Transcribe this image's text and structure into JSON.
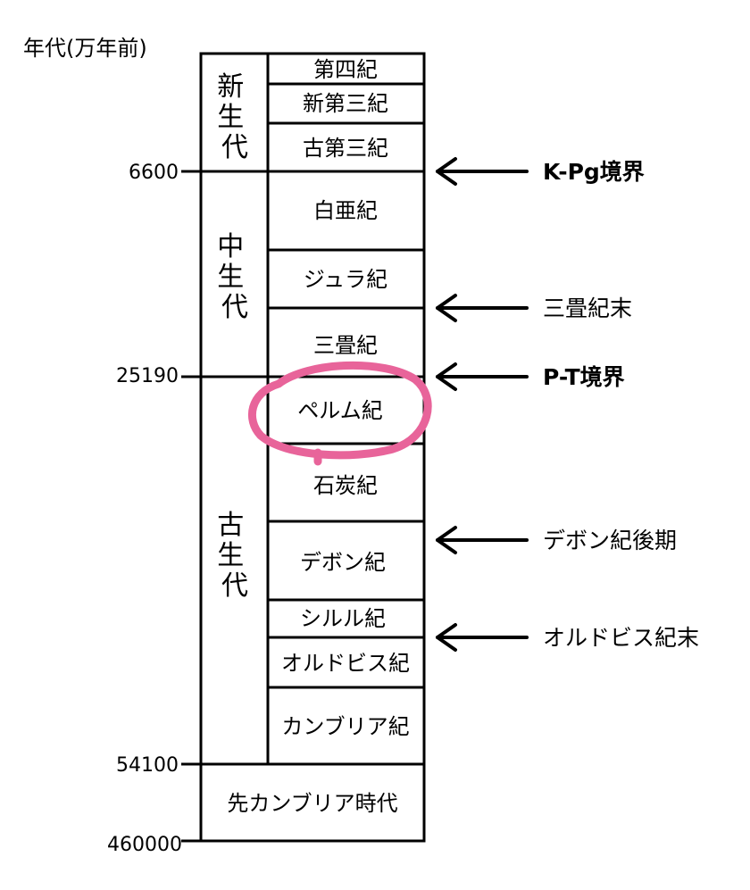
{
  "unit_label": "年代(万年前)",
  "eras": [
    {
      "id": "cenozoic",
      "label": "新生代"
    },
    {
      "id": "mesozoic",
      "label": "中生代"
    },
    {
      "id": "paleozoic",
      "label": "古生代"
    }
  ],
  "periods": [
    {
      "id": "quaternary",
      "label": "第四紀"
    },
    {
      "id": "neogene",
      "label": "新第三紀"
    },
    {
      "id": "paleogene",
      "label": "古第三紀"
    },
    {
      "id": "cretaceous",
      "label": "白亜紀"
    },
    {
      "id": "jurassic",
      "label": "ジュラ紀"
    },
    {
      "id": "triassic",
      "label": "三畳紀"
    },
    {
      "id": "permian",
      "label": "ペルム紀",
      "highlighted": true
    },
    {
      "id": "carboniferous",
      "label": "石炭紀"
    },
    {
      "id": "devonian",
      "label": "デボン紀"
    },
    {
      "id": "silurian",
      "label": "シルル紀"
    },
    {
      "id": "ordovician",
      "label": "オルドビス紀"
    },
    {
      "id": "cambrian",
      "label": "カンブリア紀"
    }
  ],
  "precambrian": {
    "label": "先カンブリア時代"
  },
  "ages": [
    {
      "id": "kpg-age",
      "label": "6600"
    },
    {
      "id": "pt-age",
      "label": "25190"
    },
    {
      "id": "cambrian-start-age",
      "label": "54100"
    },
    {
      "id": "earth-origin-age",
      "label": "460000"
    }
  ],
  "events": [
    {
      "id": "kpg-boundary",
      "label": "K-Pg境界",
      "bold": true
    },
    {
      "id": "end-triassic",
      "label": "三畳紀末",
      "bold": false
    },
    {
      "id": "pt-boundary",
      "label": "P-T境界",
      "bold": true
    },
    {
      "id": "late-devonian",
      "label": "デボン紀後期",
      "bold": false
    },
    {
      "id": "end-ordovician",
      "label": "オルドビス紀末",
      "bold": false
    }
  ],
  "colors": {
    "line": "#000000",
    "highlight": "#e8649a",
    "background": "#ffffff"
  }
}
